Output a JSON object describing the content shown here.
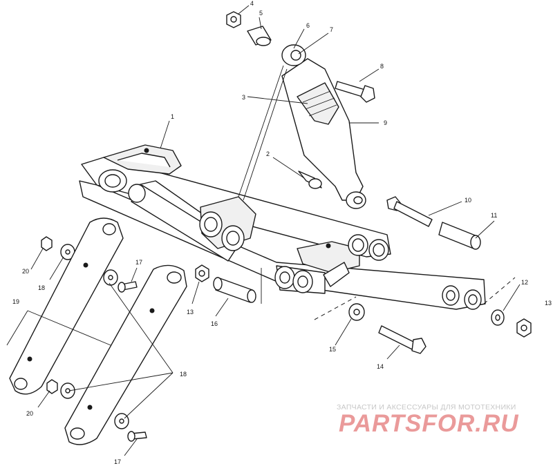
{
  "callouts": {
    "c1": "1",
    "c2": "2",
    "c3": "3",
    "c4": "4",
    "c5": "5",
    "c6": "6",
    "c7": "7",
    "c8": "8",
    "c9": "9",
    "c10": "10",
    "c11": "11",
    "c12": "12",
    "c13a": "13",
    "c13b": "13",
    "c14": "14",
    "c15": "15",
    "c16": "16",
    "c17a": "17",
    "c17b": "17",
    "c18a": "18",
    "c18b": "18",
    "c19": "19",
    "c20a": "20",
    "c20b": "20"
  },
  "watermark": {
    "subtitle": "ЗАПЧАСТИ И АКСЕССУАРЫ ДЛЯ МОТОТЕХНИКИ",
    "logo": "PARTSFOR.RU",
    "logo_color": "#ea9a9a",
    "subtitle_color": "#c7c7c7"
  }
}
